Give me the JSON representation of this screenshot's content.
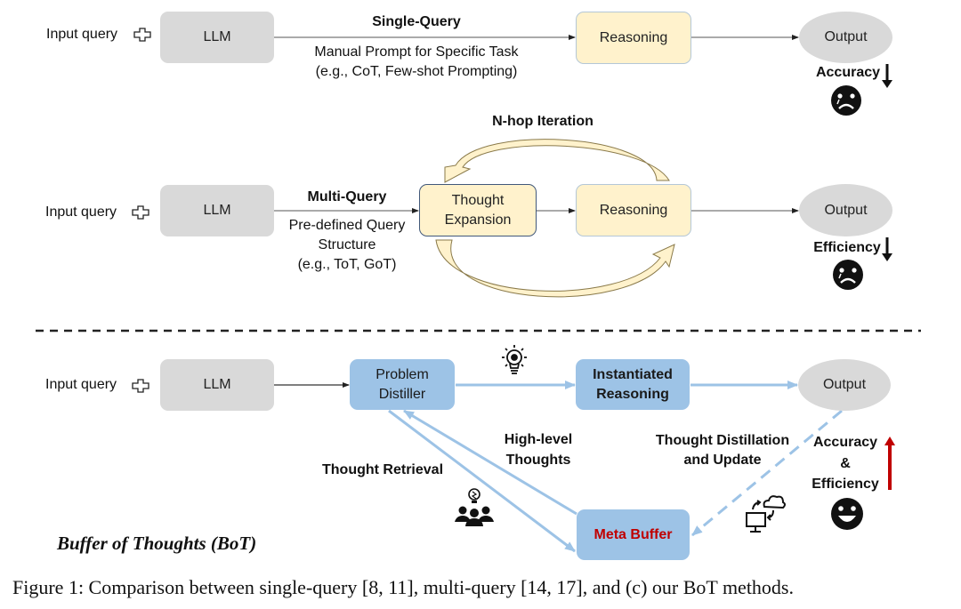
{
  "figure": {
    "caption": "Figure 1: Comparison between single-query [8, 11], multi-query [14, 17], and (c) our BoT methods.",
    "colors": {
      "llm_box": "#d9d9d9",
      "reasoning_box": "#fff2cc",
      "bot_box": "#9dc3e6",
      "bot_arrow": "#9dc3e6",
      "meta_buffer_text": "#c00000",
      "improve_arrow": "#c00000",
      "iteration_arrow": "#c9b47a"
    }
  },
  "single_query": {
    "input_label": "Input query",
    "llm_label": "LLM",
    "method_title": "Single-Query",
    "method_desc_line1": "Manual Prompt for Specific Task",
    "method_desc_line2": "(e.g., CoT, Few-shot  Prompting)",
    "reasoning_label": "Reasoning",
    "output_label": "Output",
    "metric_label": "Accuracy",
    "metric_trend": "down",
    "face": "sad"
  },
  "multi_query": {
    "input_label": "Input query",
    "llm_label": "LLM",
    "method_title": "Multi-Query",
    "method_desc_line1": "Pre-defined Query",
    "method_desc_line2": "Structure",
    "method_desc_line3": "(e.g., ToT, GoT)",
    "expansion_line1": "Thought",
    "expansion_line2": "Expansion",
    "reasoning_label": "Reasoning",
    "iteration_label": "N-hop Iteration",
    "output_label": "Output",
    "metric_label": "Efficiency",
    "metric_trend": "down",
    "face": "sad"
  },
  "bot": {
    "title": "Buffer of Thoughts (BoT)",
    "input_label": "Input query",
    "llm_label": "LLM",
    "distiller_line1": "Problem",
    "distiller_line2": "Distiller",
    "instantiated_line1": "Instantiated",
    "instantiated_line2": "Reasoning",
    "output_label": "Output",
    "meta_buffer_label": "Meta Buffer",
    "thought_retrieval_label": "Thought Retrieval",
    "high_level_line1": "High-level",
    "high_level_line2": "Thoughts",
    "distillation_line1": "Thought Distillation",
    "distillation_line2": "and Update",
    "metric_line1": "Accuracy",
    "metric_line2": "&",
    "metric_line3": "Efficiency",
    "metric_trend": "up",
    "face": "happy",
    "icons": [
      "lightbulb-gear-icon",
      "team-idea-icon",
      "computer-cloud-sync-icon"
    ]
  }
}
